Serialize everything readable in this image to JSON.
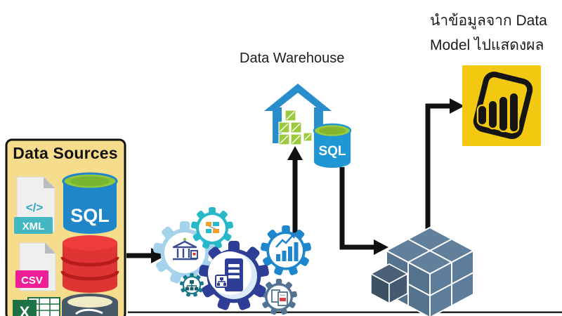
{
  "annotation": {
    "line1": "นำข้อมูลจาก Data",
    "line2": "Model ไปแสดงผล"
  },
  "warehouse": {
    "title": "Data Warehouse",
    "sql_badge": "SQL"
  },
  "sources": {
    "title": "Data Sources",
    "sql_badge": "SQL",
    "xml_badge": "XML",
    "xml_code": "</>",
    "csv_badge": "CSV",
    "excel_letter": "X"
  },
  "icons": {
    "sources": [
      "xml-file-icon",
      "csv-file-icon",
      "excel-icon",
      "sql-database-icon",
      "oracle-database-icon",
      "mysql-database-icon"
    ],
    "etl": [
      "gear-bank-icon",
      "gear-diagram-icon",
      "gear-server-icon",
      "gear-chart-icon",
      "gear-hierarchy-icon",
      "gear-reports-icon"
    ],
    "warehouse": [
      "warehouse-building-icon",
      "sql-database-icon"
    ],
    "model": [
      "olap-cube-icon"
    ],
    "output": [
      "power-bi-icon"
    ]
  },
  "colors": {
    "panel_yellow": "#F6DC8D",
    "powerbi_yellow": "#F2C811",
    "sql_blue": "#1F86C9",
    "sql_green_top": "#8EC63F",
    "oracle_red": "#E03333",
    "mysql_slate": "#475869",
    "xml_teal": "#43B8C2",
    "csv_magenta": "#EE1E96",
    "excel_green": "#1E7145",
    "warehouse_blue": "#2A8DCB",
    "cube_slate": "#587593",
    "gear_navy": "#2E3D96",
    "gear_blue": "#1E86CC",
    "gear_teal": "#27B9C9",
    "gear_light_blue": "#A6D3EC",
    "gear_dark_teal": "#17798A",
    "gear_slate": "#527394",
    "arrow_black": "#111111"
  }
}
